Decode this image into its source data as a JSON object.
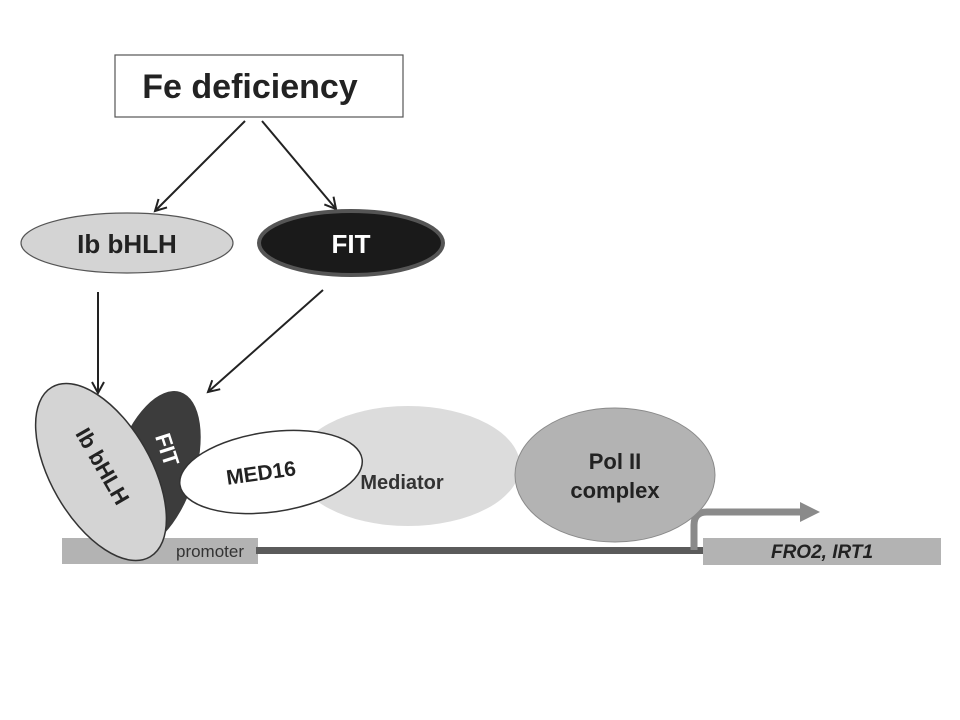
{
  "diagram": {
    "trigger": "Fe deficiency",
    "top_nodes": {
      "ib_bhlh": "Ib bHLH",
      "fit": "FIT"
    },
    "complex": {
      "ib_bhlh": "Ib bHLH",
      "fit": "FIT",
      "med16": "MED16",
      "mediator": "Mediator",
      "pol2_line1": "Pol II",
      "pol2_line2": "complex"
    },
    "dna": {
      "promoter": "promoter",
      "genes": "FRO2, IRT1"
    }
  }
}
